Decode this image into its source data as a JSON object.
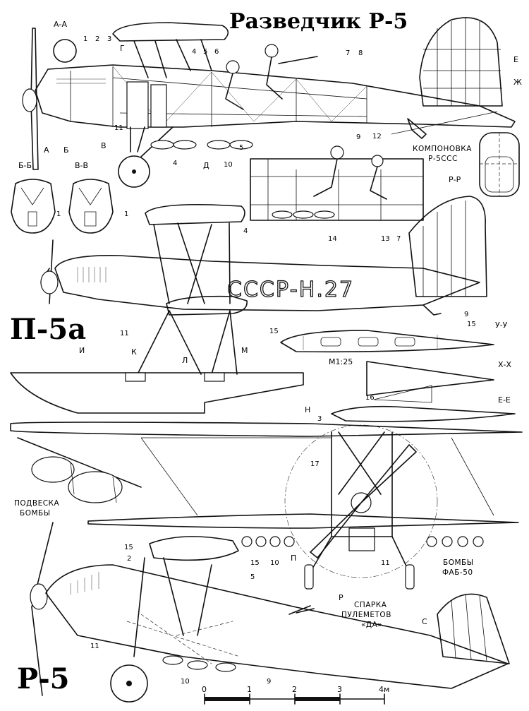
{
  "title": "Разведчик Р-5",
  "variant_seaplane": "П-5а",
  "variant_main": "Р-5",
  "registration": "СССР-Н.27",
  "scale_note": "M1:25",
  "section_labels": {
    "aa": "А-А",
    "bb": "Б-Б",
    "vv": "В-В",
    "rr": "Р-Р",
    "uu": "У-У",
    "hh": "Х-Х",
    "ee": "Е-Е"
  },
  "cut_marks": {
    "a": "А",
    "b": "Б",
    "v": "В",
    "g": "Г",
    "d": "Д",
    "e": "Е",
    "zh": "Ж",
    "i": "И",
    "k": "К",
    "l": "Л",
    "m": "М",
    "n": "Н",
    "p": "П",
    "r": "Р",
    "s": "С"
  },
  "captions": {
    "layout_line1": "КОМПОНОВКА",
    "layout_line2": "Р-5ССС",
    "bomb_mount_line1": "ПОДВЕСКА",
    "bomb_mount_line2": "БОМБЫ",
    "bombs_line1": "БОМБЫ",
    "bombs_line2": "ФАБ-50",
    "guns_line1": "СПАРКА",
    "guns_line2": "ПУЛЕМЕТОВ",
    "guns_line3": "«ДА»"
  },
  "callouts": [
    "1",
    "2",
    "3",
    "4",
    "5",
    "6",
    "7",
    "8",
    "9",
    "10",
    "11",
    "12",
    "13",
    "14",
    "15",
    "16",
    "17"
  ],
  "scale_bar": [
    "0",
    "1",
    "2",
    "3",
    "4м"
  ]
}
